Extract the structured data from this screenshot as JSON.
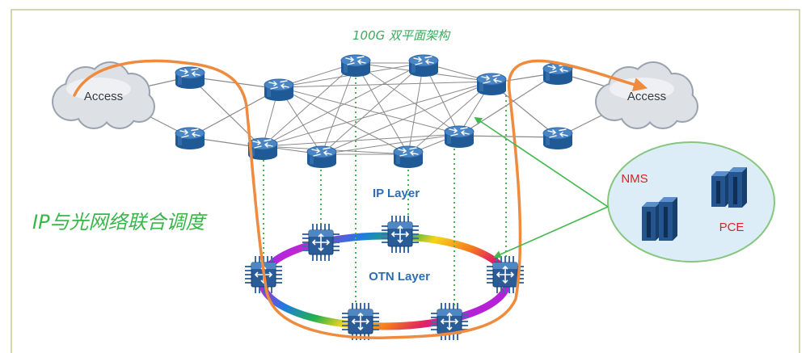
{
  "diagram": {
    "title": "100G 双平面架构",
    "access_left": "Access",
    "access_right": "Access",
    "ip_layer_label": "IP Layer",
    "otn_layer_label": "OTN Layer",
    "joint_scheduling_label": "IP与光网络联合调度",
    "management": {
      "nms_label": "NMS",
      "pce_label": "PCE"
    }
  },
  "icons": {
    "router": "router-icon",
    "otn_switch": "otn-switch-icon",
    "cloud": "cloud-icon",
    "server": "server-icon"
  },
  "colors": {
    "frame": "#c3c799",
    "title_green": "#3daa5c",
    "joint_label_green": "#39b54a",
    "layer_blue": "#2e6db4",
    "path_orange": "#ef8b3e",
    "link_green": "#45b74f",
    "label_red": "#d8232a",
    "router_blue": "#1f5a96",
    "mesh_gray": "#8a8a8a",
    "bubble_fill": "#dcedf8",
    "bubble_stroke": "#86c77e"
  }
}
